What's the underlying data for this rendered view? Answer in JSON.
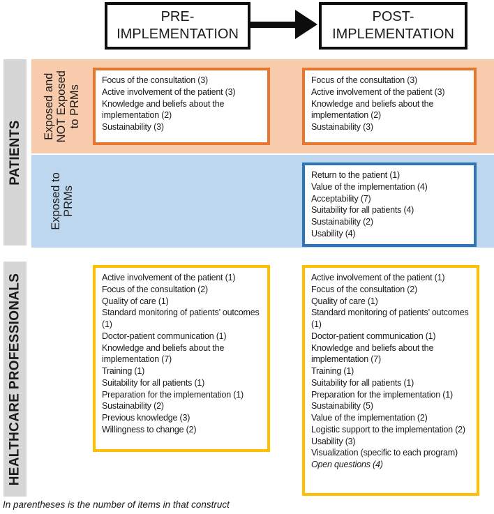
{
  "colors": {
    "orange_fill": "#F8CBAD",
    "orange_border": "#E8762C",
    "blue_fill": "#BDD7EE",
    "blue_border": "#2E75B6",
    "yellow_border": "#FFC000",
    "gray_fill": "#D6D6D6"
  },
  "header": {
    "pre_label": "PRE-\nIMPLEMENTATION",
    "post_label": "POST-\nIMPLEMENTATION"
  },
  "patients": {
    "section_label": "PATIENTS",
    "exposed_not_exposed": {
      "row_label": "Exposed and\nNOT Exposed\nto PRMs",
      "pre_items": [
        "Focus of the consultation (3)",
        "Active involvement of the patient (3)",
        "Knowledge and beliefs about the implementation (2)",
        "Sustainability (3)"
      ],
      "post_items": [
        "Focus of the consultation (3)",
        "Active involvement of the patient (3)",
        "Knowledge and beliefs about the implementation (2)",
        "Sustainability (3)"
      ]
    },
    "exposed": {
      "row_label": "Exposed to\nPRMs",
      "post_items": [
        "Return to the patient (1)",
        "Value of the implementation (4)",
        "Acceptability (7)",
        "Suitability for all patients (4)",
        "Sustainability (2)",
        "Usability (4)"
      ]
    }
  },
  "healthcare_professionals": {
    "section_label": "HEALTHCARE PROFESSIONALS",
    "pre_items": [
      "Active involvement of the patient (1)",
      "Focus of the consultation (2)",
      "Quality of care (1)",
      "Standard monitoring of patients’ outcomes (1)",
      "Doctor-patient communication (1)",
      "Knowledge and beliefs about the implementation (7)",
      "Training (1)",
      "Suitability for all patients (1)",
      "Preparation for the implementation (1)",
      "Sustainability (2)",
      "Previous knowledge (3)",
      "Willingness to change (2)"
    ],
    "post_items": [
      "Active involvement of the patient (1)",
      "Focus of the consultation (2)",
      "Quality of care (1)",
      "Standard monitoring of patients’ outcomes (1)",
      "Doctor-patient communication (1)",
      "Knowledge and beliefs about the implementation (7)",
      "Training (1)",
      "Suitability for all patients (1)",
      "Preparation for the implementation (1)",
      "Sustainability (5)",
      "Value of the implementation (2)",
      "Logistic support to the implementation (2)",
      "Usability (3)",
      "Visualization (specific to each program)",
      {
        "text": "Open questions (4)",
        "italic": true
      }
    ]
  },
  "footnote": "In parentheses is the number of items in that construct"
}
